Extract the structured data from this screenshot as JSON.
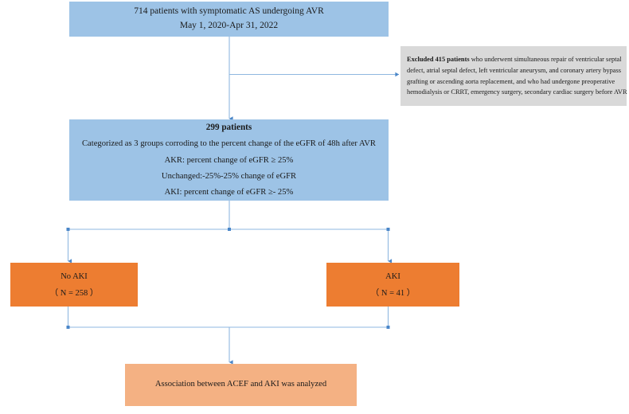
{
  "diagram": {
    "title": "Patient enrollment flow diagram",
    "colors": {
      "blue_box": "#9DC3E6",
      "orange_box": "#ED7D31",
      "light_orange_box": "#F4B183",
      "gray_box": "#D9D9D9",
      "connector": "#5B9BD5",
      "text": "#1a1a1a"
    }
  },
  "cohort": {
    "line1": "714 patients with symptomatic AS undergoing AVR",
    "line2": "May 1, 2020-Apr 31, 2022"
  },
  "excluded": {
    "lead": "Excluded 415 patients",
    "line1_rest": " who underwent simultaneous repair of ventricular septal",
    "line2": "defect, atrial septal defect, left ventricular aneurysm, and coronary artery bypass",
    "line3": "grafting or ascending aorta replacement, and who had undergone preoperative",
    "line4": "hemodialysis or CRRT, emergency surgery, secondary cardiac surgery before AVR"
  },
  "enrolled": {
    "title": "299 patients",
    "line1": "Categorized as 3 groups corroding to the percent change of the eGFR of 48h after AVR",
    "line2": "AKR: percent change of eGFR ≥ 25%",
    "line3": "Unchanged:-25%-25% change of eGFR",
    "line4": "AKI: percent change of eGFR ≥- 25%"
  },
  "outcomes": [
    {
      "label": "No AKI",
      "count": "（ N = 258 ）"
    },
    {
      "label": "AKI",
      "count": "（ N = 41 ）"
    }
  ],
  "conclusion": {
    "text": "Association between ACEF and AKI was analyzed"
  }
}
